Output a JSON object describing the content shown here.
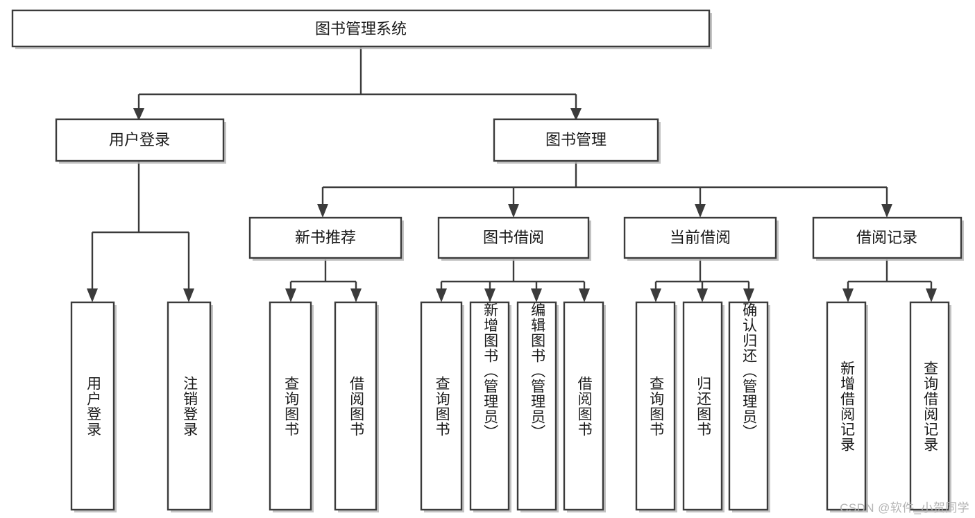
{
  "diagram": {
    "title": "图书管理系统",
    "type": "tree",
    "orientation": "top-down",
    "colors": {
      "box_fill": "#ffffff",
      "box_stroke": "#3b3b3b",
      "text": "#1a1a1a",
      "shadow": "#b9b9b9",
      "background": "#ffffff",
      "watermark": "#b4b4b4"
    },
    "root": {
      "label": "图书管理系统"
    },
    "level2": [
      {
        "label": "用户登录"
      },
      {
        "label": "图书管理"
      }
    ],
    "level3": [
      {
        "label": "新书推荐"
      },
      {
        "label": "图书借阅"
      },
      {
        "label": "当前借阅"
      },
      {
        "label": "借阅记录"
      }
    ],
    "leaves": {
      "user_login": [
        {
          "label": "用户登录"
        },
        {
          "label": "注销登录"
        }
      ],
      "new_book_recommend": [
        {
          "label": "查询图书"
        },
        {
          "label": "借阅图书"
        }
      ],
      "book_borrow": [
        {
          "label": "查询图书"
        },
        {
          "label": "新增图书（管理员）"
        },
        {
          "label": "编辑图书（管理员）"
        },
        {
          "label": "借阅图书"
        }
      ],
      "current_borrow": [
        {
          "label": "查询图书"
        },
        {
          "label": "归还图书"
        },
        {
          "label": "确认归还（管理员）"
        }
      ],
      "borrow_record": [
        {
          "label": "新增借阅记录"
        },
        {
          "label": "查询借阅记录"
        }
      ]
    }
  },
  "watermark": {
    "text": "CSDN @软件_小贺同学"
  }
}
